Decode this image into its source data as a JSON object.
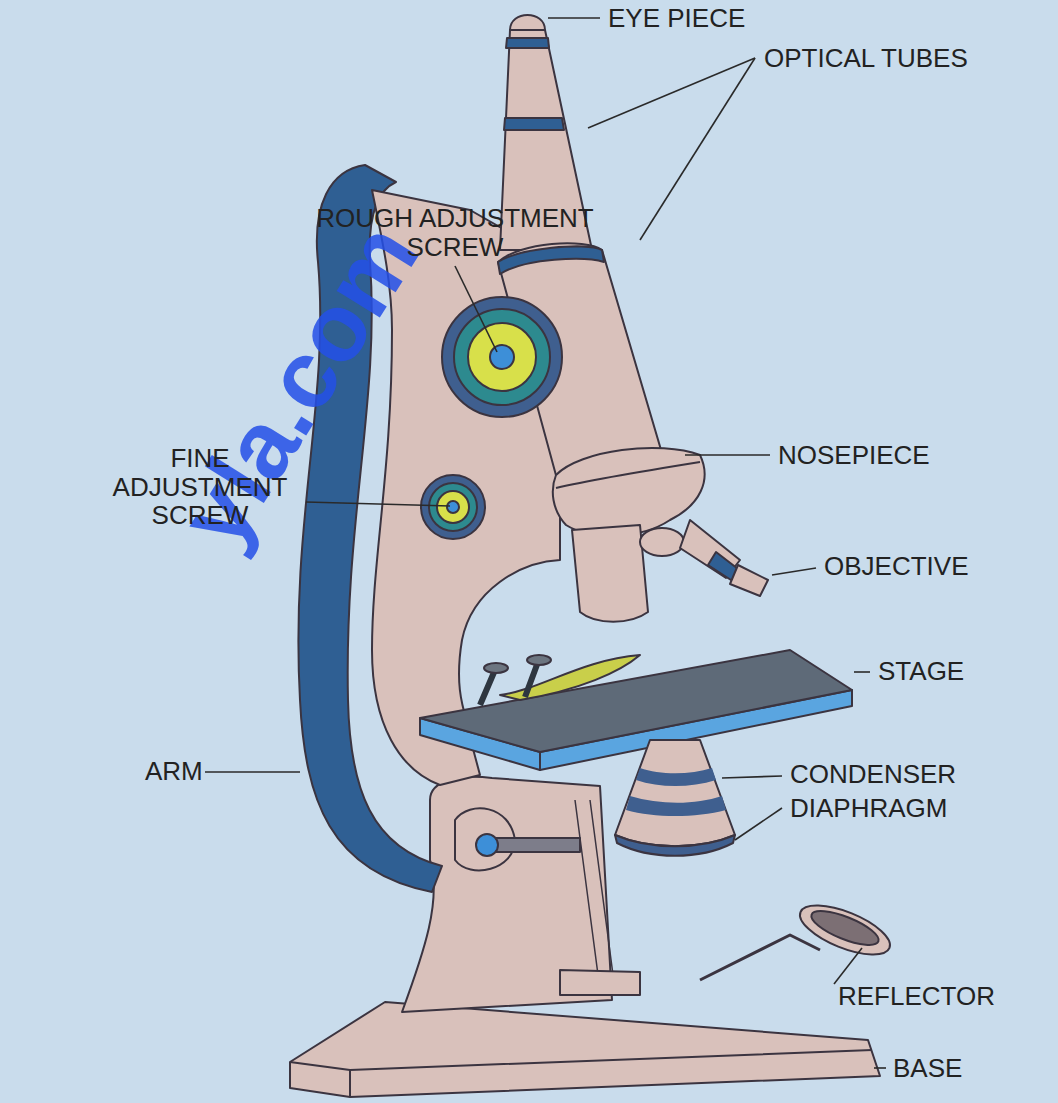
{
  "diagram": {
    "labels": [
      "EYE PIECE",
      "OPTICAL TUBES",
      "ROUGH ADJUSTMENT SCREW",
      "NOSEPIECE",
      "FINE ADJUSTMENT SCREW",
      "OBJECTIVE",
      "STAGE",
      "CONDENSER",
      "DIAPHRAGM",
      "ARM",
      "REFLECTOR",
      "BASE",
      "yla.com"
    ]
  }
}
